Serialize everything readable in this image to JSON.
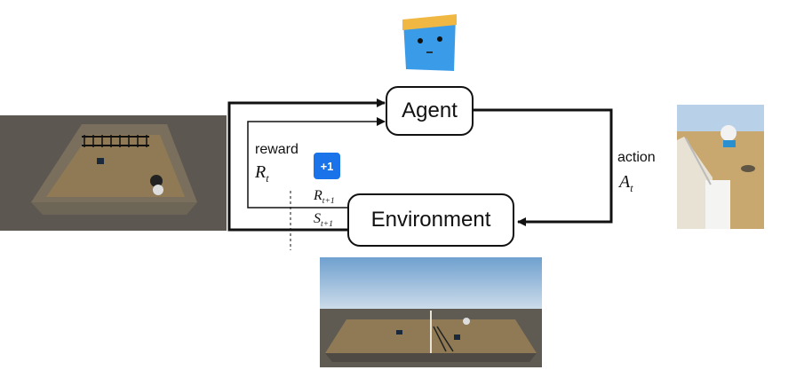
{
  "agent_label": "Agent",
  "environment_label": "Environment",
  "reward_word": "reward",
  "reward_symbol": "R",
  "reward_subscript": "t",
  "action_word": "action",
  "action_symbol": "A",
  "action_subscript": "t",
  "next_reward_symbol": "R",
  "next_reward_subscript": "t+1",
  "next_state_symbol": "S",
  "next_state_subscript": "t+1",
  "reward_badge": "+1",
  "colors": {
    "line": "#111111",
    "badge": "#1a73e8",
    "agent_face": "#3a9be8",
    "agent_band": "#f0b842",
    "floor": "#8f7a55",
    "wall": "#5f5a52",
    "sky": "#b8d0e8"
  },
  "icons": {
    "agent": "agent-face-icon",
    "scene_left": "arena-topdown-scene",
    "scene_right": "arena-firstperson-scene",
    "scene_bottom": "arena-wide-scene"
  }
}
